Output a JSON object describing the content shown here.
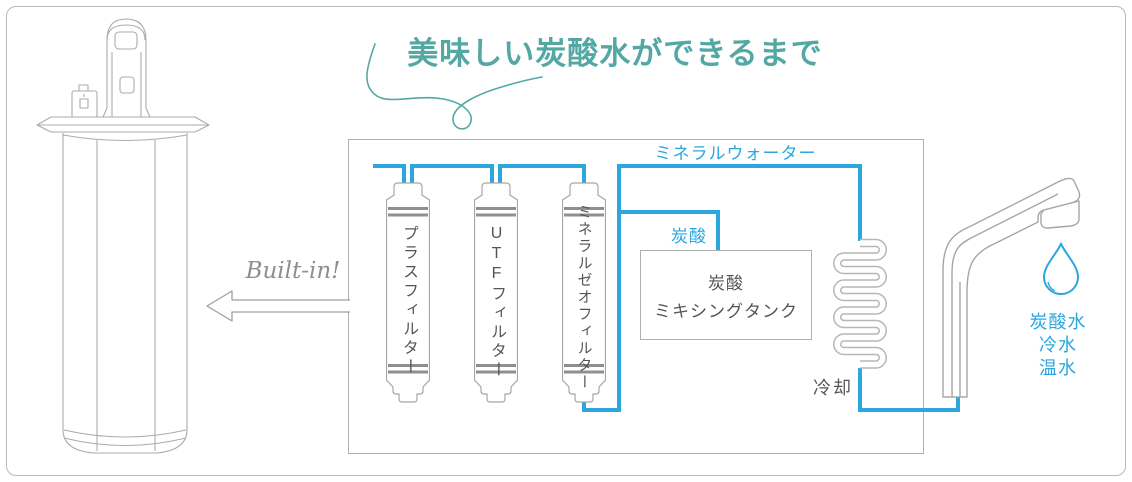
{
  "title": "美味しい炭酸水ができるまで",
  "builtin_label": "Built-in!",
  "diagram": {
    "filters": [
      {
        "label": "プラスフィルター"
      },
      {
        "label": "UTFフィルター"
      },
      {
        "label": "ミネラルゼオフィルター"
      }
    ],
    "pipe_labels": {
      "mineral_water": "ミネラルウォーター",
      "carbonic": "炭酸"
    },
    "tank": {
      "line1": "炭酸",
      "line2": "ミキシングタンク"
    },
    "cooling_label": "冷却",
    "outputs": [
      "炭酸水",
      "冷水",
      "温水"
    ]
  },
  "icons": {
    "left_illustration": "built-in-water-server-cartridge",
    "arrow": "built-in-arrow-left",
    "swoosh": "title-flourish-line",
    "coil": "cooling-coil",
    "faucet": "tap-faucet",
    "drop": "water-drop"
  },
  "colors": {
    "pipe_blue": "#2ba6df",
    "title_teal": "#53a8a4",
    "outline_gray": "#ababab",
    "text_gray": "#595959"
  }
}
